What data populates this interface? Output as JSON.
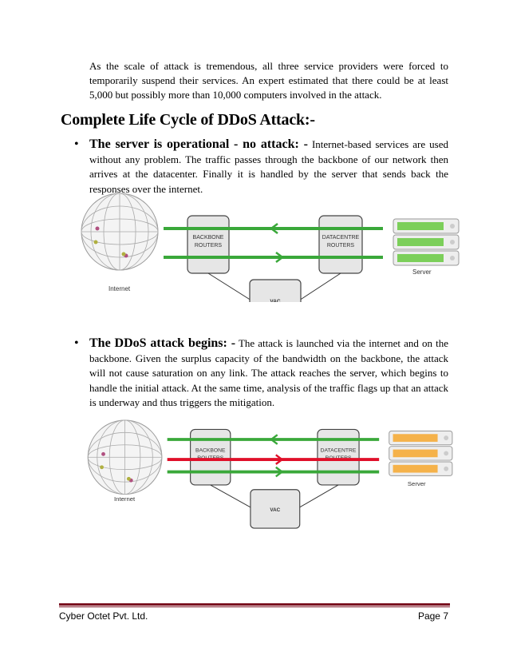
{
  "intro": "As the scale of attack is tremendous, all three service providers were forced to temporarily suspend their services. An expert estimated that there could be at least 5,000 but possibly more than 10,000 computers involved in the attack.",
  "heading": "Complete Life Cycle of DDoS Attack:-",
  "items": [
    {
      "title": "The server is operational - no attack: -",
      "body": " Internet-based services are used without any problem. The traffic passes through the backbone of our network then arrives at the datacenter. Finally it is handled by the server that sends back the responses over the internet."
    },
    {
      "title": "The DDoS attack begins: -",
      "body": " The attack is launched via the internet and on the backbone. Given the surplus capacity of the bandwidth on the backbone, the attack will not cause saturation on any link. The attack reaches the server, which begins to handle the initial attack. At the same time, analysis of the traffic flags up that an attack is underway and thus triggers the mitigation."
    }
  ],
  "diagram": {
    "internet_label": "Internet",
    "backbone_label_1": "BACKBONE",
    "backbone_label_2": "ROUTERS",
    "datacentre_label_1": "DATACENTRE",
    "datacentre_label_2": "ROUTERS",
    "vac_label": "VAC",
    "server_label": "Server",
    "colors": {
      "legit": "#3aa83a",
      "attack": "#e0102a",
      "server_ok": "#7ccf5a",
      "server_load": "#f5b24a"
    }
  },
  "footer": {
    "left": "Cyber Octet Pvt. Ltd.",
    "right": "Page 7"
  }
}
